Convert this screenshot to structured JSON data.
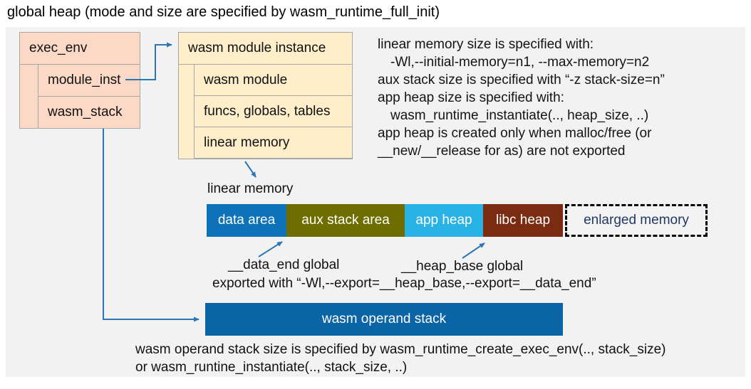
{
  "title": "global heap (mode and size are specified by wasm_runtime_full_init)",
  "exec_env": {
    "header": "exec_env",
    "rows": [
      "module_inst",
      "wasm_stack"
    ]
  },
  "module_instance": {
    "header": "wasm module instance",
    "rows": [
      "wasm module",
      "funcs, globals, tables",
      "linear memory"
    ]
  },
  "notes_right": {
    "lines": [
      "linear memory size is specified with:",
      "-Wl,--initial-memory=n1, --max-memory=n2",
      "aux stack size is specified with “-z stack-size=n”",
      "app heap size is specified with:",
      "wasm_runtime_instantiate(.., heap_size, ..)",
      "app heap is created only when malloc/free (or",
      "__new/__release for as) are not exported"
    ]
  },
  "linear_memory": {
    "label": "linear memory",
    "segments": [
      {
        "label": "data area",
        "color": "#0e72b8"
      },
      {
        "label": "aux stack area",
        "color": "#6e6e00"
      },
      {
        "label": "app heap",
        "color": "#29b2e6"
      },
      {
        "label": "libc heap",
        "color": "#7b2b12"
      }
    ],
    "enlarged_label": "enlarged memory"
  },
  "globals": {
    "data_end": "__data_end global",
    "heap_base": "__heap_base global",
    "exported": "exported with “-Wl,--export=__heap_base,--export=__data_end”"
  },
  "operand_stack": {
    "label": "wasm operand stack",
    "note_line1": "wasm operand stack size is specified by wasm_runtime_create_exec_env(.., stack_size)",
    "note_line2": "or wasm_runtine_instantiate(.., stack_size, ..)"
  },
  "colors": {
    "panel_bg": "#f2f2f2",
    "exec_env_fill": "#fbd9c6",
    "module_instance_fill": "#feeec9",
    "box_border": "#a6a6a6",
    "arrow_blue": "#2e75b6",
    "operand_stack_fill": "#0a64a6",
    "enlarged_text": "#1f3864",
    "enlarged_border": "#000000"
  }
}
